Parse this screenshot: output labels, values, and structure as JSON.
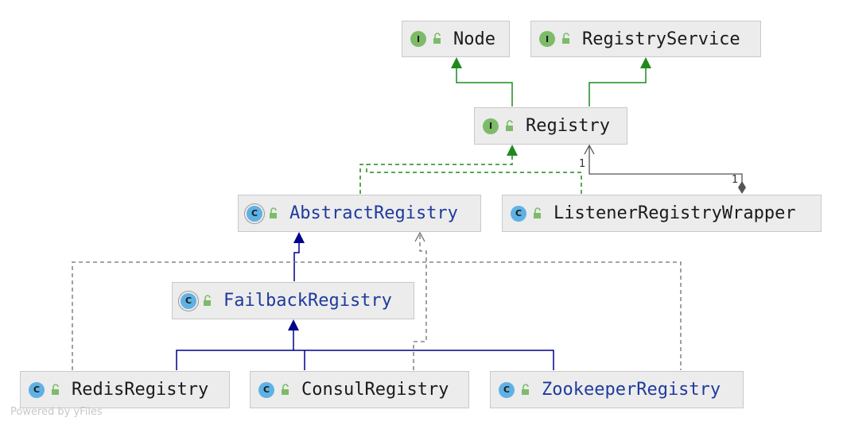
{
  "nodes": {
    "node": {
      "kind": "interface",
      "badge": "I",
      "name": "Node"
    },
    "registry_service": {
      "kind": "interface",
      "badge": "I",
      "name": "RegistryService"
    },
    "registry": {
      "kind": "interface",
      "badge": "I",
      "name": "Registry"
    },
    "abstract_registry": {
      "kind": "abstract-class",
      "badge": "C",
      "name": "AbstractRegistry"
    },
    "listener_registry_wrapper": {
      "kind": "class",
      "badge": "C",
      "name": "ListenerRegistryWrapper"
    },
    "failback_registry": {
      "kind": "abstract-class",
      "badge": "C",
      "name": "FailbackRegistry"
    },
    "redis_registry": {
      "kind": "class",
      "badge": "C",
      "name": "RedisRegistry"
    },
    "consul_registry": {
      "kind": "class",
      "badge": "C",
      "name": "ConsulRegistry"
    },
    "zookeeper_registry": {
      "kind": "class",
      "badge": "C",
      "name": "ZookeeperRegistry"
    }
  },
  "relations": [
    {
      "from": "Registry",
      "to": "Node",
      "type": "interface-extends"
    },
    {
      "from": "Registry",
      "to": "RegistryService",
      "type": "interface-extends"
    },
    {
      "from": "AbstractRegistry",
      "to": "Registry",
      "type": "implements"
    },
    {
      "from": "ListenerRegistryWrapper",
      "to": "Registry",
      "type": "implements"
    },
    {
      "from": "ListenerRegistryWrapper",
      "to": "Registry",
      "type": "composition",
      "source_multiplicity": "1",
      "target_multiplicity": "1"
    },
    {
      "from": "FailbackRegistry",
      "to": "AbstractRegistry",
      "type": "extends"
    },
    {
      "from": "RedisRegistry",
      "to": "FailbackRegistry",
      "type": "extends"
    },
    {
      "from": "ConsulRegistry",
      "to": "FailbackRegistry",
      "type": "extends"
    },
    {
      "from": "ZookeeperRegistry",
      "to": "FailbackRegistry",
      "type": "extends"
    },
    {
      "from": "RedisRegistry",
      "to": "AbstractRegistry",
      "type": "dependency"
    },
    {
      "from": "ConsulRegistry",
      "to": "AbstractRegistry",
      "type": "dependency"
    },
    {
      "from": "ZookeeperRegistry",
      "to": "AbstractRegistry",
      "type": "dependency"
    }
  ],
  "multiplicity": {
    "near_registry": "1",
    "near_wrapper": "1"
  },
  "colors": {
    "interface_badge": "#7dbb69",
    "class_badge": "#5fb1e3",
    "extends_edge": "#00008b",
    "implements_edge": "#1e8a1e",
    "dependency_edge": "#6e6e6e",
    "abstract_name": "#1f3b9c"
  },
  "footer": "Powered by yFiles"
}
